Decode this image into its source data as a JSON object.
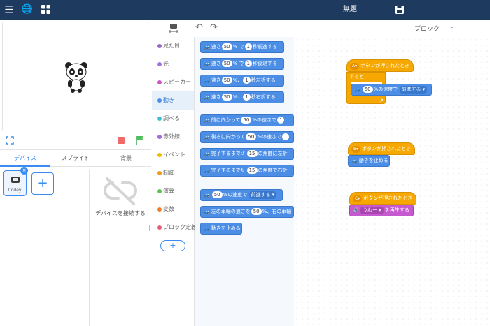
{
  "header": {
    "title": "無題"
  },
  "device_tabs": [
    "デバイス",
    "スプライト",
    "背景"
  ],
  "device": {
    "name": "Codey",
    "connect_label": "デバイスを接続する",
    "add_symbol": "+"
  },
  "categories": [
    {
      "label": "見た目",
      "color": "#9966cc"
    },
    {
      "label": "光",
      "color": "#a070e0"
    },
    {
      "label": "スピーカー",
      "color": "#cc55cc"
    },
    {
      "label": "動き",
      "color": "#4c8ee6"
    },
    {
      "label": "調べる",
      "color": "#3cc0d0"
    },
    {
      "label": "赤外線",
      "color": "#aa66dd"
    },
    {
      "label": "イベント",
      "color": "#f2b800"
    },
    {
      "label": "制御",
      "color": "#f39a1e"
    },
    {
      "label": "演算",
      "color": "#5ac05a"
    },
    {
      "label": "変数",
      "color": "#f07d2a"
    },
    {
      "label": "ブロック定義",
      "color": "#e85c7a"
    }
  ],
  "category_add": "+",
  "view_select": {
    "label": "ブロック"
  },
  "palette": {
    "speed1": "速さ",
    "n50": "50",
    "pct_de": "% で",
    "n1": "1",
    "fwd_sec": "秒前進する",
    "back_sec": "秒後退する",
    "pct_comma": "%、",
    "left_sec": "秒左折する",
    "right_sec": "秒右折する",
    "forward_dir": "前に向かって",
    "backward_dir": "後ろに向かって",
    "pct_speed_de": "%の速さで",
    "until_done": "完了するまで",
    "n15": "15",
    "left_angle": "の角度に左折",
    "right_angle": "の角度で右折",
    "pct_speed_de2": "%の速度で",
    "move_fwd": "前進する",
    "left_wheel": "左の車輪の速さを",
    "right_wheel": "%、右の車輪",
    "stop": "動きを止める"
  },
  "scripts": {
    "s1_key": "A",
    "s1_hat": "ボタンが押されたとき",
    "s1_loop": "ずっと",
    "s1_speed": "50",
    "s1_speed_text": "%の速度で",
    "s1_dir": "前進する",
    "s2_key": "B",
    "s2_hat": "ボタンが押されたとき",
    "s2_stop": "動きを止める",
    "s3_key": "C",
    "s3_hat": "ボタンが押されたとき",
    "s3_sound": "うわー",
    "s3_play": "を再生する"
  }
}
